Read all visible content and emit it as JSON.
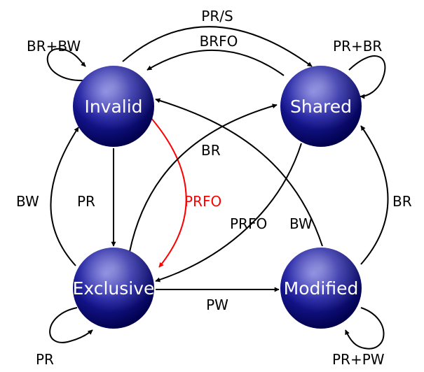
{
  "diagram": {
    "states": [
      {
        "id": "invalid",
        "label": "Invalid"
      },
      {
        "id": "shared",
        "label": "Shared"
      },
      {
        "id": "exclusive",
        "label": "Exclusive"
      },
      {
        "id": "modified",
        "label": "Modified"
      }
    ],
    "transitions": [
      {
        "id": "pr_s",
        "label": "PR/S",
        "from": "invalid",
        "to": "shared"
      },
      {
        "id": "brfo",
        "label": "BRFO",
        "from": "shared",
        "to": "invalid"
      },
      {
        "id": "br_bw",
        "label": "BR+BW",
        "from": "invalid",
        "to": "invalid"
      },
      {
        "id": "pr_br",
        "label": "PR+BR",
        "from": "shared",
        "to": "shared"
      },
      {
        "id": "bw_left",
        "label": "BW",
        "from": "exclusive",
        "to": "invalid"
      },
      {
        "id": "pr_mid",
        "label": "PR",
        "from": "invalid",
        "to": "exclusive"
      },
      {
        "id": "prfo_red",
        "label": "PRFO",
        "from": "invalid",
        "to": "exclusive",
        "color": "#ff0000"
      },
      {
        "id": "br_center",
        "label": "BR",
        "from": "exclusive",
        "to": "shared"
      },
      {
        "id": "prfo_center",
        "label": "PRFO",
        "from": "shared",
        "to": "exclusive"
      },
      {
        "id": "bw_center",
        "label": "BW",
        "from": "modified",
        "to": "invalid"
      },
      {
        "id": "br_right",
        "label": "BR",
        "from": "modified",
        "to": "shared"
      },
      {
        "id": "pw",
        "label": "PW",
        "from": "exclusive",
        "to": "modified"
      },
      {
        "id": "pr_loop",
        "label": "PR",
        "from": "exclusive",
        "to": "exclusive"
      },
      {
        "id": "pr_pw",
        "label": "PR+PW",
        "from": "modified",
        "to": "modified"
      }
    ]
  },
  "colors": {
    "node_fill": "#1a1aa0",
    "node_highlight": "#6a6ad8",
    "node_dark": "#00004a",
    "edge": "#000000",
    "highlight_edge": "#ff0000",
    "label_text": "#ffffff"
  }
}
